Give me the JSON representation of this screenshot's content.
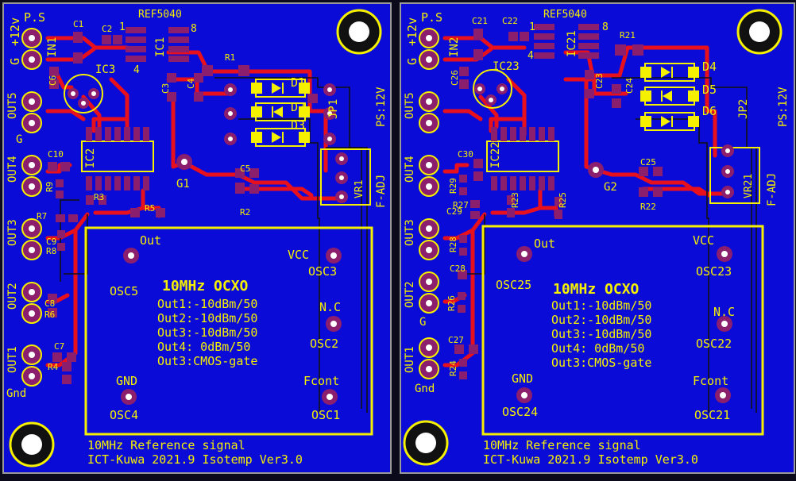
{
  "colors": {
    "board": "#0b0bd8",
    "copper": "#e8101c",
    "silk": "#f5f000",
    "pad": "#8c1e6e",
    "drill": "#ffffff",
    "dark": "#111111",
    "background": "#0a0a1a"
  },
  "boards": [
    {
      "id": "board-1",
      "power_label": "+12v",
      "ps_label": "P.S",
      "g_label": "G",
      "in_label": "IN1",
      "ref_label": "REF5040",
      "ic_top": "IC1",
      "ic_reg": "IC3",
      "ic_buf": "IC2",
      "pin_1": "1",
      "pin_8": "8",
      "pin_4": "4",
      "cap_a": "C1",
      "cap_b": "C2",
      "cap_c": "C3",
      "cap_d": "C4",
      "cap_e": "C5",
      "cap_f": "C6",
      "cap_g": "C10",
      "cap_h": "C9",
      "cap_i": "C8",
      "cap_j": "C7",
      "res_a": "R1",
      "res_b": "R2",
      "res_c": "R3",
      "res_d": "R5",
      "res_e": "R7",
      "res_f": "R8",
      "res_g": "R9",
      "res_h": "R6",
      "res_i": "R4",
      "diodes": [
        "D1",
        "D2",
        "D3"
      ],
      "jumper": "JP1",
      "ps12": "PS:12V",
      "gnd_point": "G1",
      "vr": "VR1",
      "fadj": "F-ADJ",
      "outputs": [
        "OUT5",
        "OUT4",
        "OUT3",
        "OUT2",
        "OUT1"
      ],
      "g_small": "G",
      "gnd_left": "Gnd",
      "osc_out_label": "Out",
      "osc_out_name": "OSC5",
      "osc_vcc_label": "VCC",
      "osc_vcc_name": "OSC3",
      "osc_nc_label": "N.C",
      "osc_nc_name": "OSC2",
      "osc_gnd_label": "GND",
      "osc_gnd_name": "OSC4",
      "osc_fc_label": "Fcont",
      "osc_fc_name": "OSC1",
      "title": "10MHz OCXO",
      "spec_lines": [
        "Out1:-10dBm/50",
        "Out2:-10dBm/50",
        "Out3:-10dBm/50",
        "Out4: 0dBm/50",
        "Out3:CMOS-gate"
      ],
      "footer_1": "10MHz Reference signal",
      "footer_2": "ICT-Kuwa  2021.9 Isotemp Ver3.0"
    },
    {
      "id": "board-2",
      "power_label": "+12v",
      "ps_label": "P.S",
      "g_label": "G",
      "in_label": "IN2",
      "ref_label": "REF5040",
      "ic_top": "IC21",
      "ic_reg": "IC23",
      "ic_buf": "IC22",
      "pin_1": "1",
      "pin_8": "8",
      "pin_4": "4",
      "cap_a": "C21",
      "cap_b": "C22",
      "cap_c": "C23",
      "cap_d": "C24",
      "cap_e": "C25",
      "cap_f": "C26",
      "cap_g": "C30",
      "cap_h": "C29",
      "cap_i": "C28",
      "cap_j": "C27",
      "res_a": "R21",
      "res_b": "R22",
      "res_c": "R23",
      "res_d": "R25",
      "res_e": "R27",
      "res_f": "R28",
      "res_g": "R29",
      "res_h": "R26",
      "res_i": "R24",
      "diodes": [
        "D4",
        "D5",
        "D6"
      ],
      "jumper": "JP2",
      "ps12": "PS:12V",
      "gnd_point": "G2",
      "vr": "VR21",
      "fadj": "F-ADJ",
      "outputs": [
        "OUT5",
        "OUT4",
        "OUT3",
        "OUT2",
        "OUT1"
      ],
      "g_small": "G",
      "gnd_left": "Gnd",
      "osc_out_label": "Out",
      "osc_out_name": "OSC25",
      "osc_vcc_label": "VCC",
      "osc_vcc_name": "OSC23",
      "osc_nc_label": "N.C",
      "osc_nc_name": "OSC22",
      "osc_gnd_label": "GND",
      "osc_gnd_name": "OSC24",
      "osc_fc_label": "Fcont",
      "osc_fc_name": "OSC21",
      "title": "10MHz OCXO",
      "spec_lines": [
        "Out1:-10dBm/50",
        "Out2:-10dBm/50",
        "Out3:-10dBm/50",
        "Out4: 0dBm/50",
        "Out3:CMOS-gate"
      ],
      "footer_1": "10MHz Reference signal",
      "footer_2": "ICT-Kuwa  2021.9 Isotemp Ver3.0"
    }
  ]
}
